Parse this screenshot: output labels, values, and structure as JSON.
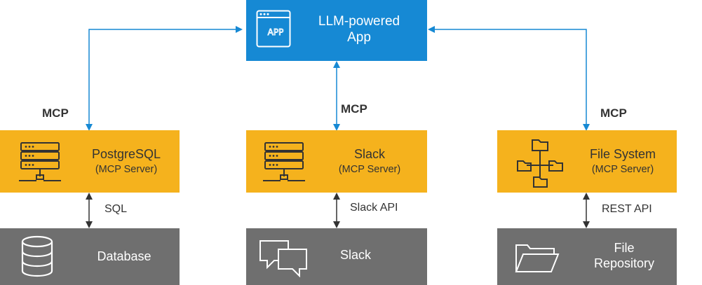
{
  "app": {
    "title_line1": "LLM-powered",
    "title_line2": "App",
    "icon_text": "APP"
  },
  "servers": [
    {
      "name": "PostgreSQL",
      "sub": "(MCP Server)",
      "mcp_label": "MCP",
      "link_label": "SQL"
    },
    {
      "name": "Slack",
      "sub": "(MCP Server)",
      "mcp_label": "MCP",
      "link_label": "Slack API"
    },
    {
      "name": "File System",
      "sub": "(MCP Server)",
      "mcp_label": "MCP",
      "link_label": "REST API"
    }
  ],
  "resources": [
    {
      "line1": "Database",
      "line2": ""
    },
    {
      "line1": "Slack",
      "line2": ""
    },
    {
      "line1": "File",
      "line2": "Repository"
    }
  ],
  "colors": {
    "app": "#1689d4",
    "server": "#f5b21d",
    "resource": "#6f6f6f",
    "arrow_blue": "#1689d4",
    "arrow_dark": "#333333"
  },
  "icons": [
    "app-window-icon",
    "server-rack-icon",
    "server-rack-icon",
    "file-tree-icon",
    "database-icon",
    "chat-bubbles-icon",
    "folder-icon"
  ]
}
